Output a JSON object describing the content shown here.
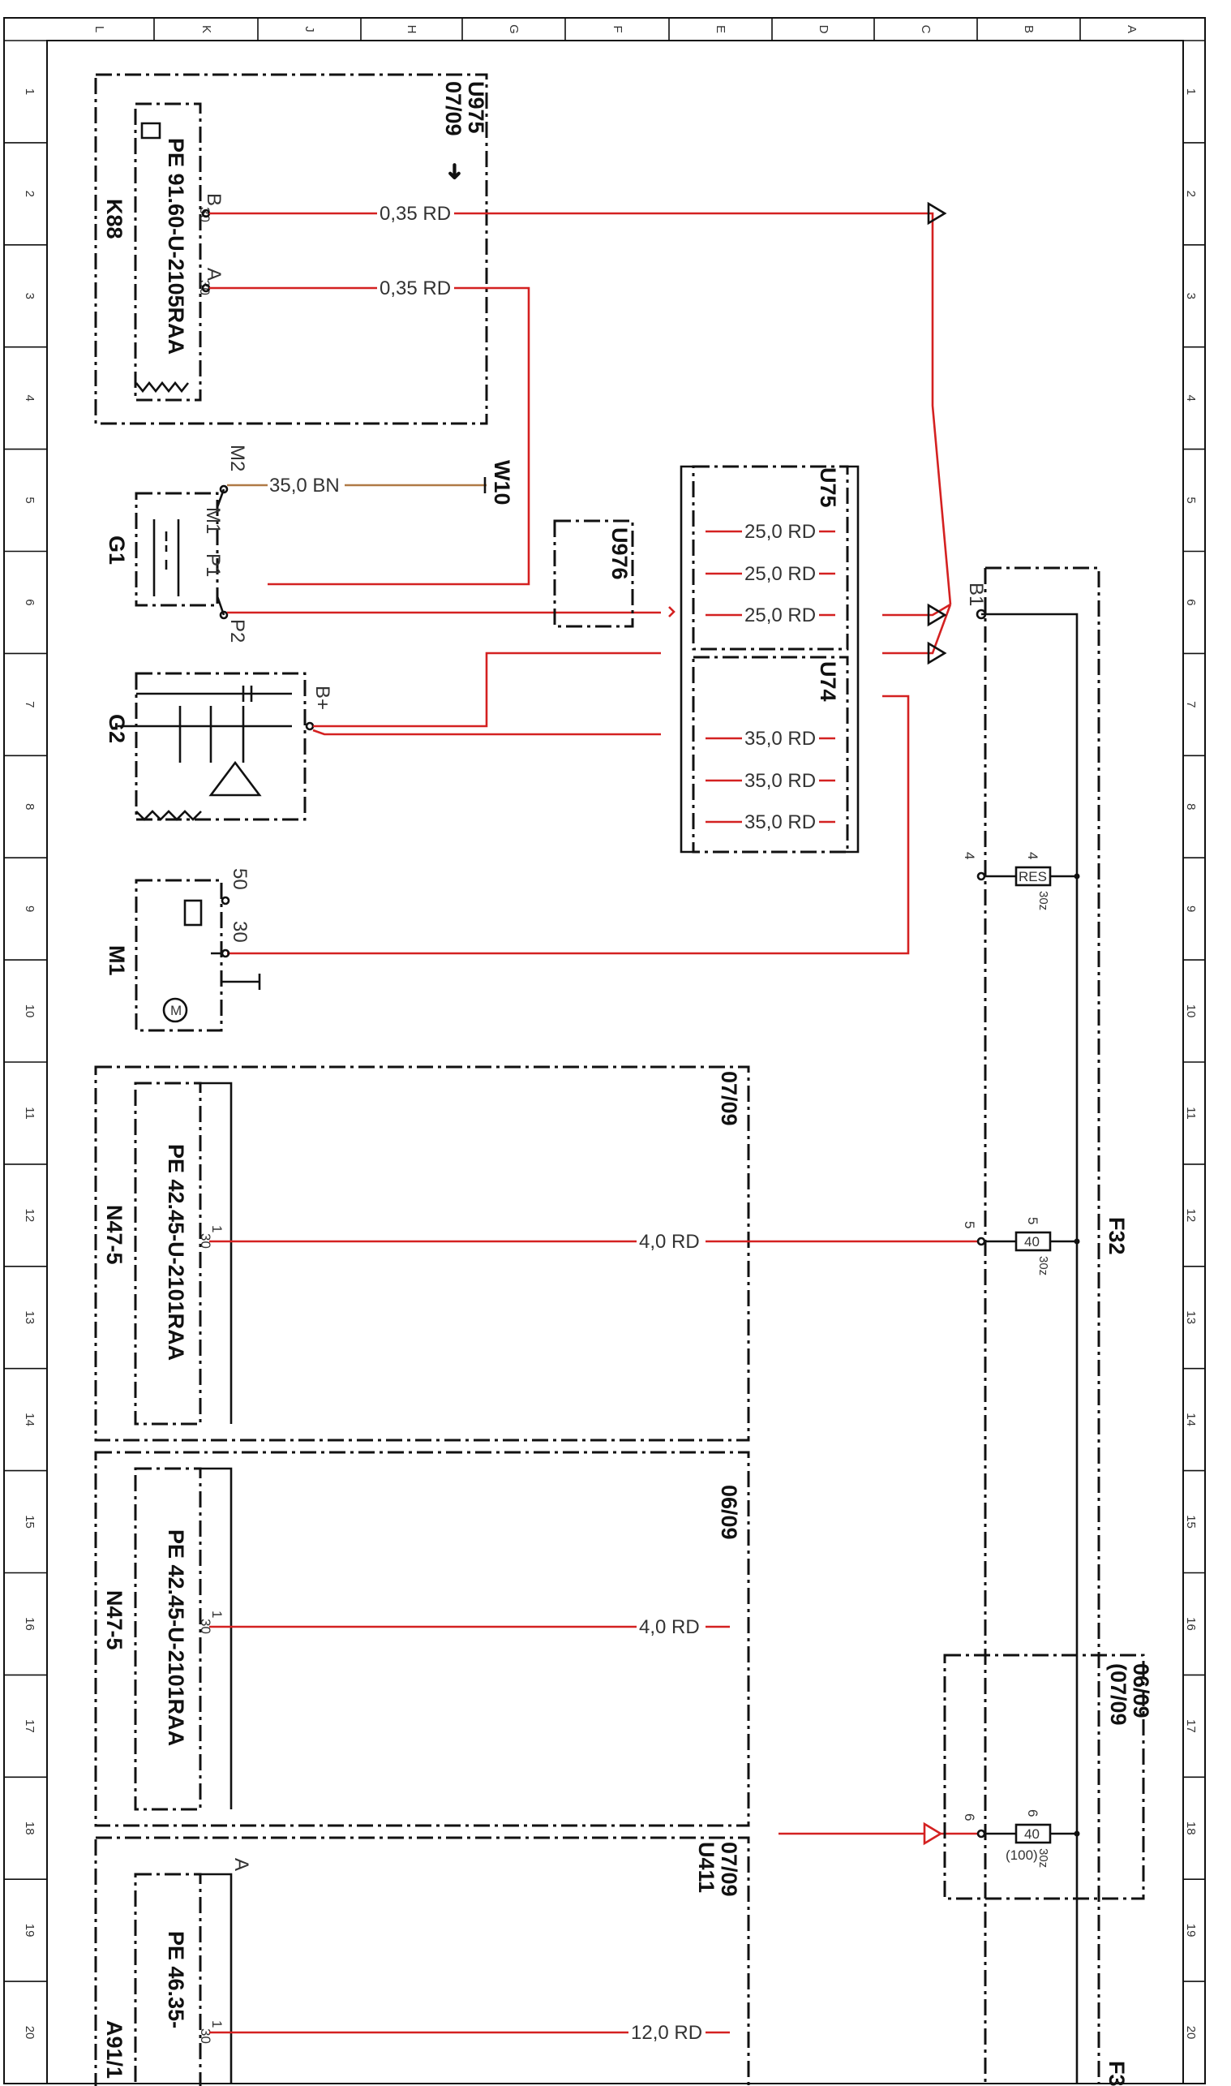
{
  "border": {
    "columns": [
      "L",
      "K",
      "J",
      "H",
      "G",
      "F",
      "E",
      "D",
      "C",
      "B",
      "A"
    ],
    "rows": [
      "1",
      "2",
      "3",
      "4",
      "5",
      "6",
      "7",
      "8",
      "9",
      "10",
      "11",
      "12",
      "13",
      "14",
      "15",
      "16",
      "17",
      "18",
      "19",
      "20"
    ]
  },
  "components": {
    "k88": {
      "name": "K88",
      "ref": "PE 91.60-U-2105RAA",
      "pin_b": "B",
      "pin_a": "A",
      "term30": "30"
    },
    "u975": {
      "name": "U975",
      "ref": "07/09"
    },
    "g1": {
      "name": "G1",
      "m2": "M2",
      "m1": "M1",
      "p1": "P1",
      "p2": "P2"
    },
    "w10": {
      "name": "W10"
    },
    "u976": {
      "name": "U976"
    },
    "g2": {
      "name": "G2",
      "bplus": "B+"
    },
    "m1": {
      "name": "M1",
      "t50": "50",
      "t30": "30",
      "motor": "M"
    },
    "u75": {
      "name": "U75"
    },
    "u74": {
      "name": "U74"
    },
    "n47_a": {
      "name": "N47-5",
      "ref": "PE 42.45-U-2101RAA",
      "sheet": "07/09",
      "pin": "1",
      "term30": "30"
    },
    "n47_b": {
      "name": "N47-5",
      "ref": "PE 42.45-U-2101RAA",
      "sheet": "06/09",
      "pin": "1",
      "term30": "30"
    },
    "a91": {
      "name": "A91/1",
      "ref": "PE 46.35-",
      "pin": "1",
      "term30": "30",
      "pin_a": "A"
    },
    "u411": {
      "name": "U411",
      "sheet": "07/09"
    },
    "f32": {
      "name": "F32",
      "b1": "B1",
      "tail": "F3",
      "subsheet_top": "06/09",
      "subsheet_bottom": "(07/09",
      "fuses": [
        {
          "pin": "4",
          "fuse_pin": "4",
          "label": "RES",
          "term": "30z"
        },
        {
          "pin": "5",
          "fuse_pin": "5",
          "label": "40",
          "term": "30z"
        },
        {
          "pin": "6",
          "fuse_pin": "6",
          "label": "40",
          "sub": "(100)",
          "term": "30z"
        }
      ]
    }
  },
  "wires": {
    "k88_b": "0,35 RD",
    "k88_a": "0,35 RD",
    "g1_m2": "35,0 BN",
    "u75": [
      "25,0 RD",
      "25,0 RD",
      "25,0 RD"
    ],
    "u74": [
      "35,0 RD",
      "35,0 RD",
      "35,0 RD"
    ],
    "n47a": "4,0 RD",
    "n47b": "4,0 RD",
    "a91": "12,0 RD"
  },
  "colors": {
    "red": "#d42121",
    "brown": "#b07a46",
    "black": "#111111"
  }
}
